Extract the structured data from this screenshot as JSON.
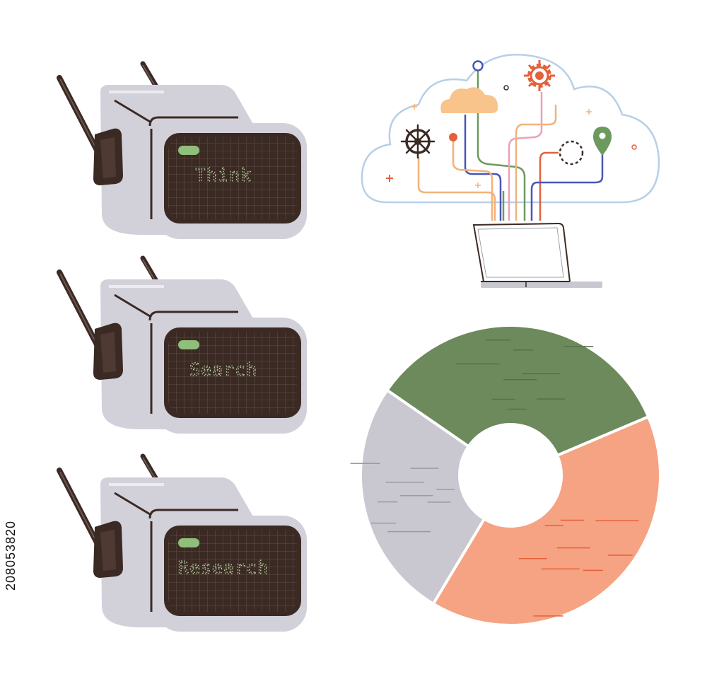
{
  "image_id_text": "208053820",
  "robots": [
    {
      "label": "Think"
    },
    {
      "label": "Search"
    },
    {
      "label": "Research"
    }
  ],
  "chart_data": {
    "type": "pie",
    "donut": true,
    "values": [
      34,
      40,
      26
    ],
    "colors": [
      "#6c8a5c",
      "#f6a383",
      "#c9c8d0"
    ]
  },
  "colors": {
    "robot_body": "#d2d1da",
    "robot_outline": "#3b2a24",
    "screen": "#3b2a24",
    "screen_text": "#b7d5a2",
    "led": "#8fbf7a",
    "cloud_outline": "#b8cfe8",
    "wire_orange": "#f2b27a",
    "wire_green": "#6c9a5e",
    "wire_blue": "#4a55b8",
    "wire_red": "#e4613a",
    "wire_pink": "#e8a3b4"
  },
  "icons": [
    "antenna-icon",
    "led-icon",
    "cloud-icon",
    "gear-icon",
    "ship-wheel-icon",
    "location-pin-icon",
    "laptop-icon",
    "sparkle-icon"
  ]
}
